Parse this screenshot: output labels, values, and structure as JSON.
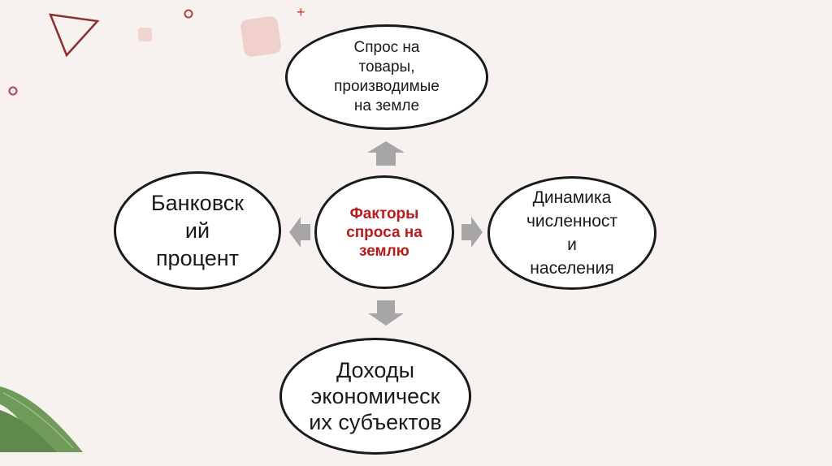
{
  "diagram": {
    "center": "Факторы\nспроса на\nземлю",
    "top": "Спрос на\nтовары,\nпроизводимые\nна земле",
    "left": "Банковск\nий\nпроцент",
    "right": "Динамика\nчисленност\nи\nнаселения",
    "bottom": "Доходы\nэкономическ\nих субъектов"
  },
  "colors": {
    "background": "#f7f2ef",
    "center_text": "#b81c1c",
    "arrow": "#a6a6a6",
    "leaf": "#6f9a59",
    "deco_accent": "#c0392b"
  }
}
